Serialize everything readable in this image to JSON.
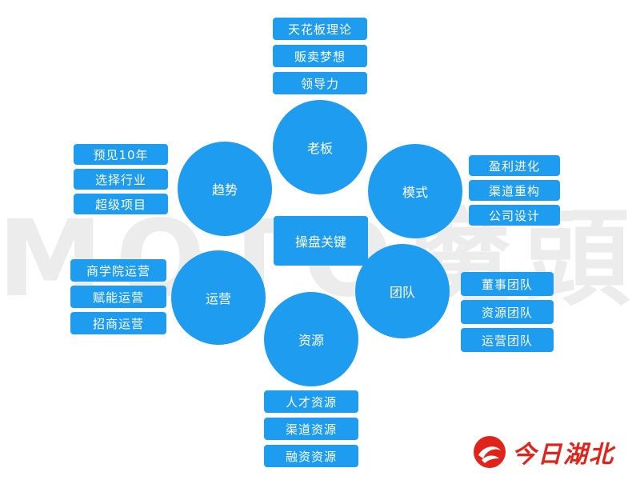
{
  "watermark": "MOTO魔頭",
  "center": "操盘关键",
  "nodes": {
    "laoban": "老板",
    "qushi": "趋势",
    "moshi": "模式",
    "yunying": "运营",
    "tuandui": "团队",
    "ziyuan": "资源"
  },
  "groups": {
    "laoban": [
      "天花板理论",
      "贩卖梦想",
      "领导力"
    ],
    "qushi": [
      "预见10年",
      "选择行业",
      "超级项目"
    ],
    "moshi": [
      "盈利进化",
      "渠道重构",
      "公司设计"
    ],
    "yunying": [
      "商学院运营",
      "赋能运营",
      "招商运营"
    ],
    "tuandui": [
      "董事团队",
      "资源团队",
      "运营团队"
    ],
    "ziyuan": [
      "人才资源",
      "渠道资源",
      "融资资源"
    ]
  },
  "logo": {
    "text": "今日湖北",
    "color": "#e0231b"
  },
  "colors": {
    "primary": "#1e9cf0"
  }
}
